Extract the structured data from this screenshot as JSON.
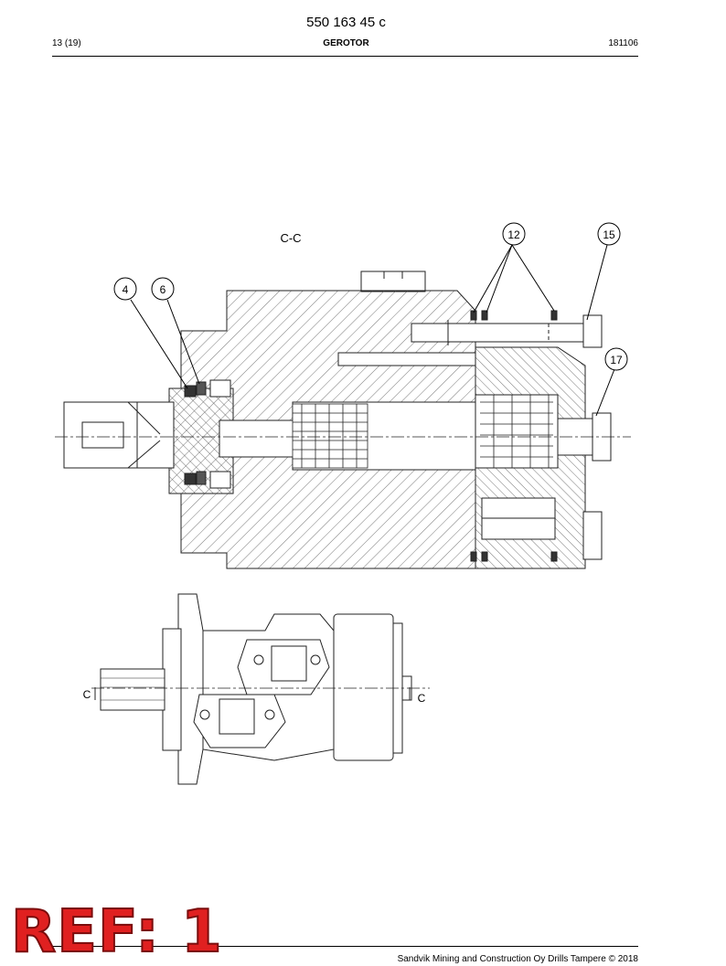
{
  "header": {
    "document_number": "550 163 45 c",
    "page": "13 (19)",
    "title": "GEROTOR",
    "date_code": "181106"
  },
  "drawing": {
    "section_label": "C-C",
    "callouts": [
      "4",
      "6",
      "12",
      "15",
      "17"
    ],
    "section_mark_left": "C",
    "section_mark_right": "C"
  },
  "stamp": {
    "text": "REF: 1"
  },
  "footer": {
    "copyright": "Sandvik Mining and Construction Oy Drills Tampere © 2018"
  }
}
